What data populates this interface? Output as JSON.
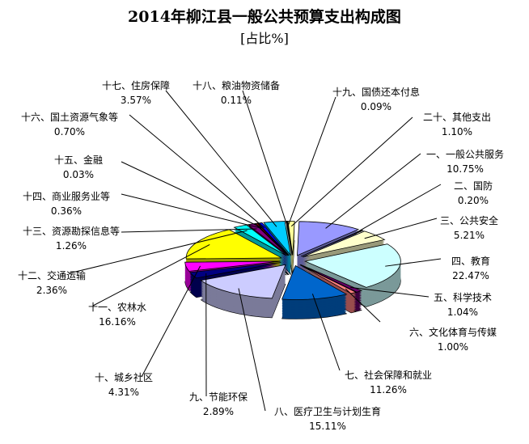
{
  "chart_data": {
    "type": "pie",
    "title": "2014年柳江县一般公共预算支出构成图",
    "subtitle": "[占比%]",
    "categories": [
      "一、一般公共服务",
      "二、国防",
      "三、公共安全",
      "四、教育",
      "五、科学技术",
      "六、文化体育与传媒",
      "七、社会保障和就业",
      "八、医疗卫生与计划生育",
      "九、节能环保",
      "十、城乡社区",
      "十一、农林水",
      "十二、交通运输",
      "十三、资源勘探信息等",
      "十四、商业服务业等",
      "十五、金融",
      "十六、国土资源气象等",
      "十七、住房保障",
      "十八、粮油物资储备",
      "十九、国债还本付息",
      "二十、其他支出"
    ],
    "value_labels": [
      "10.75%",
      "0.20%",
      "5.21%",
      "22.47%",
      "1.04%",
      "1.00%",
      "11.26%",
      "15.11%",
      "2.89%",
      "4.31%",
      "16.16%",
      "2.36%",
      "1.26%",
      "0.36%",
      "0.03%",
      "0.70%",
      "3.57%",
      "0.11%",
      "0.09%",
      "1.10%"
    ],
    "values": [
      10.75,
      0.2,
      5.21,
      22.47,
      1.04,
      1.0,
      11.26,
      15.11,
      2.89,
      4.31,
      16.16,
      2.36,
      1.26,
      0.36,
      0.03,
      0.7,
      3.57,
      0.11,
      0.09,
      1.1
    ],
    "colors": [
      "#9999ff",
      "#993366",
      "#ffffcc",
      "#ccffff",
      "#660066",
      "#ff8080",
      "#0066cc",
      "#ccccff",
      "#000080",
      "#ff00ff",
      "#ffff00",
      "#00ffff",
      "#800080",
      "#800000",
      "#008080",
      "#0000ff",
      "#00ccff",
      "#ccffff",
      "#ccffcc",
      "#ffff99"
    ],
    "legend": "none"
  }
}
